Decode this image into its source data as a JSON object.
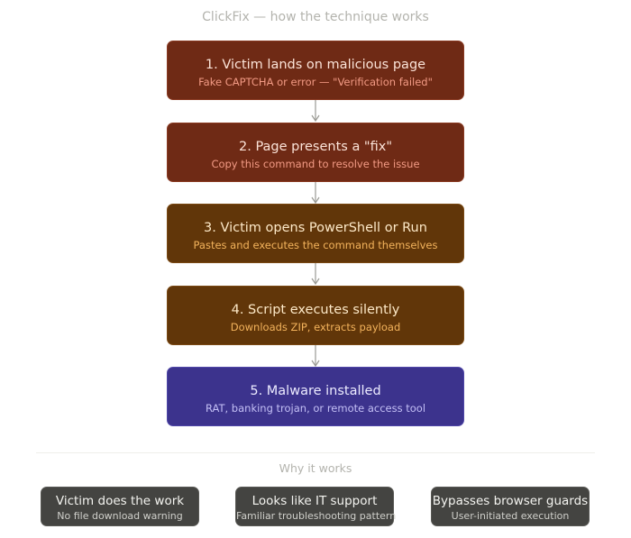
{
  "title": "ClickFix — how the technique works",
  "steps": [
    {
      "title": "1. Victim lands on malicious page",
      "subtitle": "Fake CAPTCHA or error — \"Verification failed\"",
      "color": "#6f2a15"
    },
    {
      "title": "2. Page presents a \"fix\"",
      "subtitle": "Copy this command to resolve the issue",
      "color": "#6f2a15"
    },
    {
      "title": "3. Victim opens PowerShell or Run",
      "subtitle": "Pastes and executes the command themselves",
      "color": "#613609"
    },
    {
      "title": "4. Script executes silently",
      "subtitle": "Downloads ZIP, extracts payload",
      "color": "#613609"
    },
    {
      "title": "5. Malware installed",
      "subtitle": "RAT, banking trojan, or remote access tool",
      "color": "#3c338d"
    }
  ],
  "why_heading": "Why it works",
  "reasons": [
    {
      "title": "Victim does the work",
      "subtitle": "No file download warning"
    },
    {
      "title": "Looks like IT support",
      "subtitle": "Familiar troubleshooting pattern"
    },
    {
      "title": "Bypasses browser guards",
      "subtitle": "User-initiated execution"
    }
  ],
  "colors": {
    "arrow": "#9a9a94",
    "card_background": "#444441"
  }
}
